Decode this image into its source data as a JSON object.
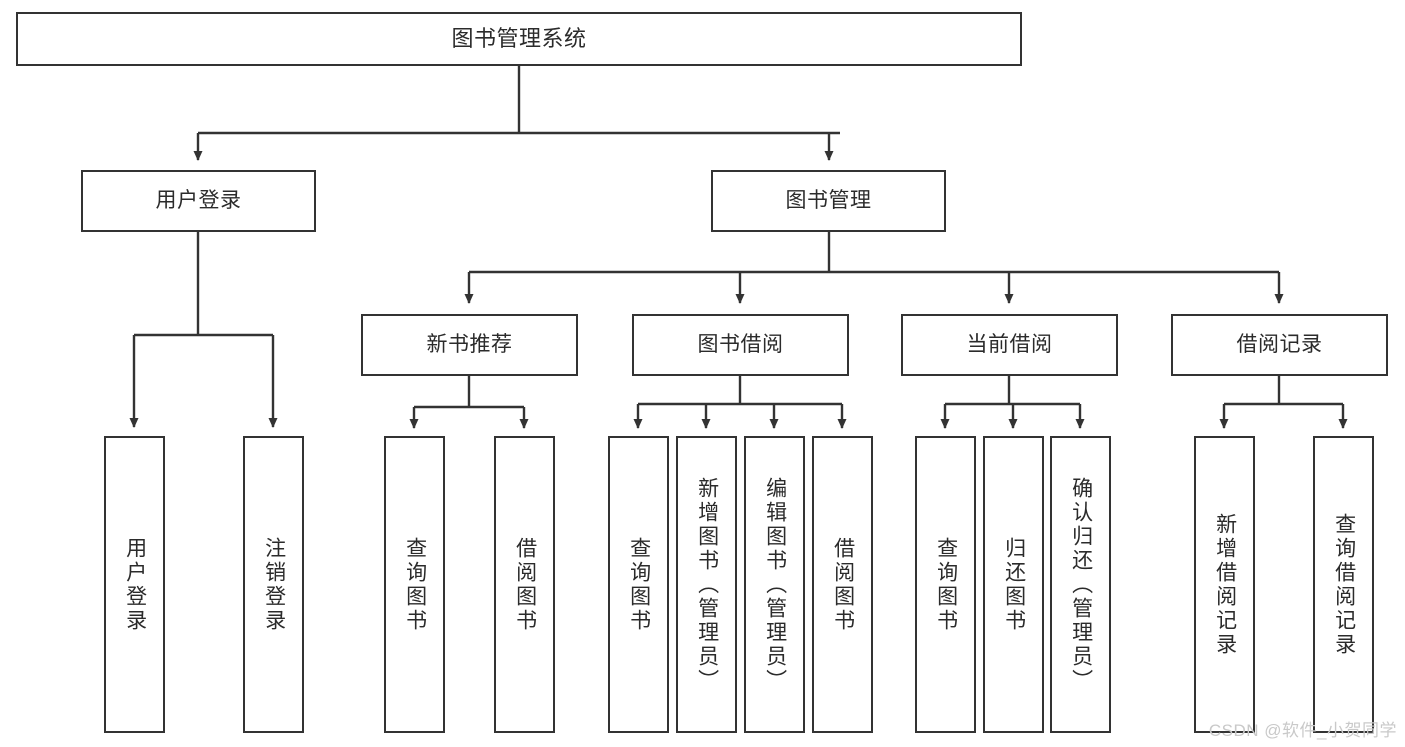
{
  "diagram": {
    "title": "图书管理系统",
    "type": "tree-hierarchy-diagram",
    "watermark": "CSDN @软件_小贺同学",
    "colors": {
      "box_border": "#333333",
      "box_fill": "#ffffff",
      "connector": "#333333",
      "text": "#2b2b2b",
      "watermark": "#c9c9c9",
      "background": "#ffffff"
    },
    "nodes": {
      "root": {
        "label": "图书管理系统"
      },
      "level2": [
        {
          "id": "user-login",
          "label": "用户登录"
        },
        {
          "id": "book-management",
          "label": "图书管理"
        }
      ],
      "level3": [
        {
          "id": "new-book-recommend",
          "label": "新书推荐"
        },
        {
          "id": "book-borrow",
          "label": "图书借阅"
        },
        {
          "id": "current-borrow",
          "label": "当前借阅"
        },
        {
          "id": "borrow-record",
          "label": "借阅记录"
        }
      ],
      "leaves": {
        "user-login": [
          {
            "id": "leaf-user-login",
            "label": "用户登录"
          },
          {
            "id": "leaf-logout-login",
            "label": "注销登录"
          }
        ],
        "new-book-recommend": [
          {
            "id": "leaf-query-book-1",
            "label": "查询图书"
          },
          {
            "id": "leaf-borrow-book-1",
            "label": "借阅图书"
          }
        ],
        "book-borrow": [
          {
            "id": "leaf-query-book-2",
            "label": "查询图书"
          },
          {
            "id": "leaf-add-book-admin",
            "label": "新增图书（管理员）"
          },
          {
            "id": "leaf-edit-book-admin",
            "label": "编辑图书（管理员）"
          },
          {
            "id": "leaf-borrow-book-2",
            "label": "借阅图书"
          }
        ],
        "current-borrow": [
          {
            "id": "leaf-query-book-3",
            "label": "查询图书"
          },
          {
            "id": "leaf-return-book",
            "label": "归还图书"
          },
          {
            "id": "leaf-confirm-return-admin",
            "label": "确认归还（管理员）"
          }
        ],
        "borrow-record": [
          {
            "id": "leaf-add-borrow-record",
            "label": "新增借阅记录"
          },
          {
            "id": "leaf-query-borrow-record",
            "label": "查询借阅记录"
          }
        ]
      }
    }
  }
}
